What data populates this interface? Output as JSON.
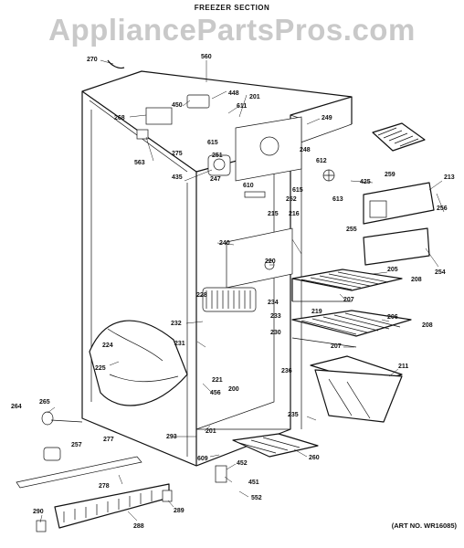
{
  "header": {
    "title": "FREEZER SECTION",
    "watermark": "AppliancePartsPros.com",
    "art_no": "(ART NO. WR16085)"
  },
  "callouts": [
    {
      "id": "c270",
      "label": "270"
    },
    {
      "id": "c560",
      "label": "560"
    },
    {
      "id": "c448",
      "label": "448"
    },
    {
      "id": "c450",
      "label": "450"
    },
    {
      "id": "c201a",
      "label": "201"
    },
    {
      "id": "c611",
      "label": "611"
    },
    {
      "id": "c268",
      "label": "268"
    },
    {
      "id": "c249",
      "label": "249"
    },
    {
      "id": "c615a",
      "label": "615"
    },
    {
      "id": "c275",
      "label": "275"
    },
    {
      "id": "c563",
      "label": "563"
    },
    {
      "id": "c251",
      "label": "251"
    },
    {
      "id": "c248",
      "label": "248"
    },
    {
      "id": "c612",
      "label": "612"
    },
    {
      "id": "c213",
      "label": "213"
    },
    {
      "id": "c435",
      "label": "435"
    },
    {
      "id": "c247",
      "label": "247"
    },
    {
      "id": "c610",
      "label": "610"
    },
    {
      "id": "c615b",
      "label": "615"
    },
    {
      "id": "c425",
      "label": "425"
    },
    {
      "id": "c259",
      "label": "259"
    },
    {
      "id": "c252",
      "label": "252"
    },
    {
      "id": "c613",
      "label": "613"
    },
    {
      "id": "c256",
      "label": "256"
    },
    {
      "id": "c215",
      "label": "215"
    },
    {
      "id": "c216",
      "label": "216"
    },
    {
      "id": "c255",
      "label": "255"
    },
    {
      "id": "c240",
      "label": "240"
    },
    {
      "id": "c220",
      "label": "220"
    },
    {
      "id": "c205",
      "label": "205"
    },
    {
      "id": "c254",
      "label": "254"
    },
    {
      "id": "c208a",
      "label": "208"
    },
    {
      "id": "c228",
      "label": "228"
    },
    {
      "id": "c234",
      "label": "234"
    },
    {
      "id": "c207a",
      "label": "207"
    },
    {
      "id": "c233",
      "label": "233"
    },
    {
      "id": "c219",
      "label": "219"
    },
    {
      "id": "c206",
      "label": "206"
    },
    {
      "id": "c232",
      "label": "232"
    },
    {
      "id": "c208b",
      "label": "208"
    },
    {
      "id": "c224",
      "label": "224"
    },
    {
      "id": "c230",
      "label": "230"
    },
    {
      "id": "c207b",
      "label": "207"
    },
    {
      "id": "c231",
      "label": "231"
    },
    {
      "id": "c225",
      "label": "225"
    },
    {
      "id": "c211",
      "label": "211"
    },
    {
      "id": "c221",
      "label": "221"
    },
    {
      "id": "c236",
      "label": "236"
    },
    {
      "id": "c456",
      "label": "456"
    },
    {
      "id": "c200",
      "label": "200"
    },
    {
      "id": "c264",
      "label": "264"
    },
    {
      "id": "c265",
      "label": "265"
    },
    {
      "id": "c235",
      "label": "235"
    },
    {
      "id": "c293",
      "label": "293"
    },
    {
      "id": "c201b",
      "label": "201"
    },
    {
      "id": "c257",
      "label": "257"
    },
    {
      "id": "c277",
      "label": "277"
    },
    {
      "id": "c260",
      "label": "260"
    },
    {
      "id": "c609",
      "label": "609"
    },
    {
      "id": "c452",
      "label": "452"
    },
    {
      "id": "c278",
      "label": "278"
    },
    {
      "id": "c451",
      "label": "451"
    },
    {
      "id": "c552",
      "label": "552"
    },
    {
      "id": "c290",
      "label": "290"
    },
    {
      "id": "c289",
      "label": "289"
    },
    {
      "id": "c288",
      "label": "288"
    }
  ]
}
